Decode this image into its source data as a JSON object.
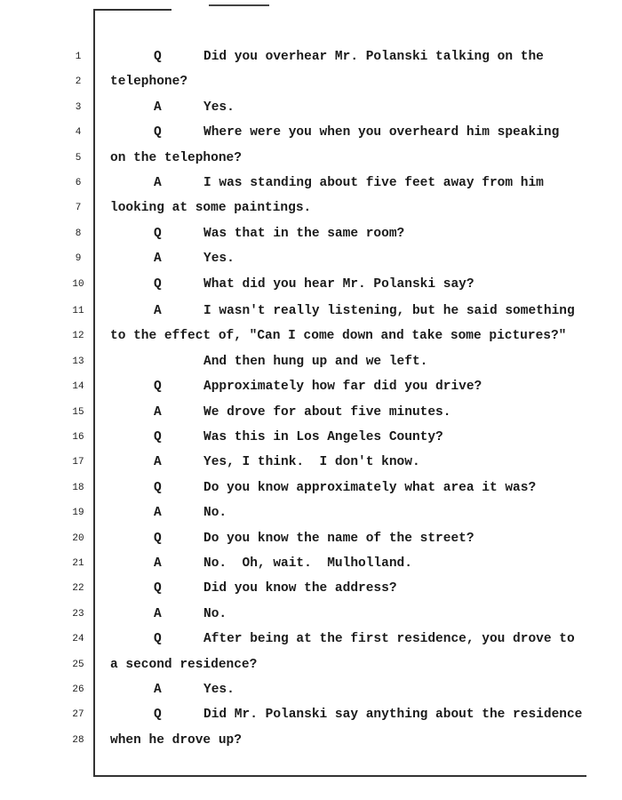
{
  "transcript": {
    "lines": [
      {
        "num": "1",
        "speaker": "Q",
        "text": "Did you overhear Mr. Polanski talking on the",
        "style": "qa"
      },
      {
        "num": "2",
        "speaker": "",
        "text": "telephone?",
        "style": "cont"
      },
      {
        "num": "3",
        "speaker": "A",
        "text": "Yes.",
        "style": "qa"
      },
      {
        "num": "4",
        "speaker": "Q",
        "text": "Where were you when you overheard him speaking",
        "style": "qa"
      },
      {
        "num": "5",
        "speaker": "",
        "text": "on the telephone?",
        "style": "cont"
      },
      {
        "num": "6",
        "speaker": "A",
        "text": "I was standing about five feet away from him",
        "style": "qa"
      },
      {
        "num": "7",
        "speaker": "",
        "text": "looking at some paintings.",
        "style": "cont"
      },
      {
        "num": "8",
        "speaker": "Q",
        "text": "Was that in the same room?",
        "style": "qa"
      },
      {
        "num": "9",
        "speaker": "A",
        "text": "Yes.",
        "style": "qa"
      },
      {
        "num": "10",
        "speaker": "Q",
        "text": "What did you hear Mr. Polanski say?",
        "style": "qa"
      },
      {
        "num": "11",
        "speaker": "A",
        "text": "I wasn't really listening, but he said something",
        "style": "qa"
      },
      {
        "num": "12",
        "speaker": "",
        "text": "to the effect of, \"Can I come down and take some pictures?\"",
        "style": "cont"
      },
      {
        "num": "13",
        "speaker": "",
        "text": "And then hung up and we left.",
        "style": "indent"
      },
      {
        "num": "14",
        "speaker": "Q",
        "text": "Approximately how far did you drive?",
        "style": "qa"
      },
      {
        "num": "15",
        "speaker": "A",
        "text": "We drove for about five minutes.",
        "style": "qa"
      },
      {
        "num": "16",
        "speaker": "Q",
        "text": "Was this in Los Angeles County?",
        "style": "qa"
      },
      {
        "num": "17",
        "speaker": "A",
        "text": "Yes, I think.  I don't know.",
        "style": "qa"
      },
      {
        "num": "18",
        "speaker": "Q",
        "text": "Do you know approximately what area it was?",
        "style": "qa"
      },
      {
        "num": "19",
        "speaker": "A",
        "text": "No.",
        "style": "qa"
      },
      {
        "num": "20",
        "speaker": "Q",
        "text": "Do you know the name of the street?",
        "style": "qa"
      },
      {
        "num": "21",
        "speaker": "A",
        "text": "No.  Oh, wait.  Mulholland.",
        "style": "qa"
      },
      {
        "num": "22",
        "speaker": "Q",
        "text": "Did you know the address?",
        "style": "qa"
      },
      {
        "num": "23",
        "speaker": "A",
        "text": "No.",
        "style": "qa"
      },
      {
        "num": "24",
        "speaker": "Q",
        "text": "After being at the first residence, you drove to",
        "style": "qa"
      },
      {
        "num": "25",
        "speaker": "",
        "text": "a second residence?",
        "style": "cont"
      },
      {
        "num": "26",
        "speaker": "A",
        "text": "Yes.",
        "style": "qa"
      },
      {
        "num": "27",
        "speaker": "Q",
        "text": "Did Mr. Polanski say anything about the residence",
        "style": "qa"
      },
      {
        "num": "28",
        "speaker": "",
        "text": "when he drove up?",
        "style": "cont"
      }
    ]
  }
}
